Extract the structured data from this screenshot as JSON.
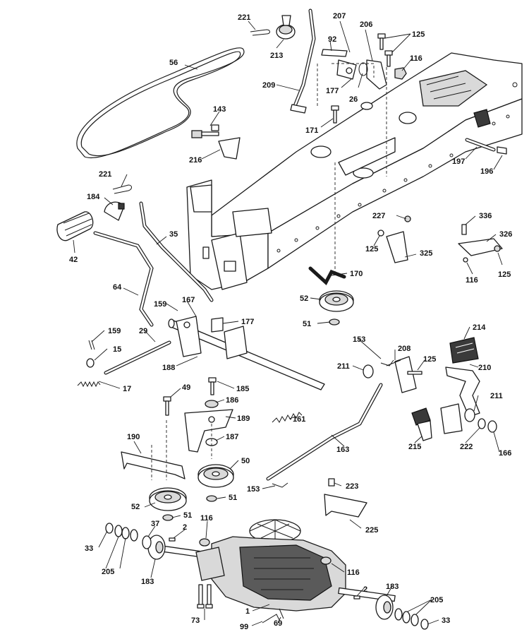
{
  "diagram": {
    "callouts": {
      "c221a": "221",
      "c213": "213",
      "c207": "207",
      "c92": "92",
      "c206": "206",
      "c125a": "125",
      "c116a": "116",
      "c56": "56",
      "c209": "209",
      "c177a": "177",
      "c26": "26",
      "c143": "143",
      "c171": "171",
      "c216": "216",
      "c197": "197",
      "c196": "196",
      "c221b": "221",
      "c184": "184",
      "c227": "227",
      "c336": "336",
      "c326": "326",
      "c35": "35",
      "c125b": "125",
      "c325": "325",
      "c42": "42",
      "c116b": "116",
      "c125c": "125",
      "c170": "170",
      "c64": "64",
      "c52a": "52",
      "c159a": "159",
      "c167": "167",
      "c177b": "177",
      "c51a": "51",
      "c214": "214",
      "c159b": "159",
      "c29": "29",
      "c153a": "153",
      "c208": "208",
      "c15": "15",
      "c188": "188",
      "c125d": "125",
      "c211a": "211",
      "c210": "210",
      "c17": "17",
      "c49": "49",
      "c185": "185",
      "c211b": "211",
      "c186": "186",
      "c189": "189",
      "c161": "161",
      "c187": "187",
      "c215": "215",
      "c222": "222",
      "c166": "166",
      "c163": "163",
      "c190": "190",
      "c50": "50",
      "c153b": "153",
      "c223": "223",
      "c52b": "52",
      "c51b": "51",
      "c51c": "51",
      "c37": "37",
      "c2a": "2",
      "c116c": "116",
      "c225": "225",
      "c33a": "33",
      "c205a": "205",
      "c116d": "116",
      "c183a": "183",
      "c2b": "2",
      "c183b": "183",
      "c1": "1",
      "c205b": "205",
      "c73": "73",
      "c99": "99",
      "c69": "69",
      "c33b": "33"
    },
    "colors": {
      "line": "#1a1a1a",
      "background": "#ffffff",
      "shade": "#d9d9d9"
    }
  }
}
